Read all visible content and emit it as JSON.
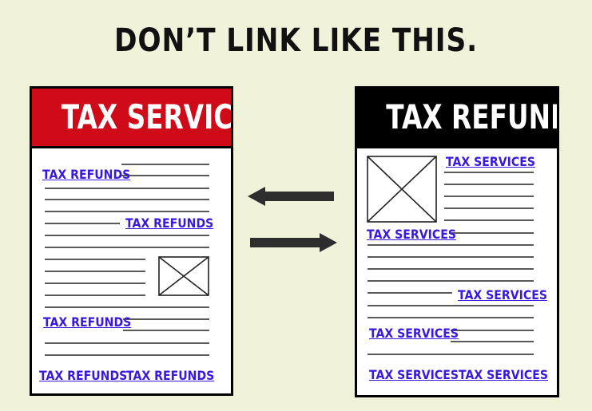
{
  "title": "DON’T LINK LIKE THIS.",
  "left_page": {
    "header": "TAX SERVICES",
    "header_color": "#cf0b19",
    "links": [
      "TAX REFUNDS",
      "TAX REFUNDS",
      "TAX REFUNDS",
      "TAX REFUNDS",
      "TAX REFUNDS"
    ]
  },
  "right_page": {
    "header": "TAX REFUNDS",
    "header_color": "#000000",
    "links": [
      "TAX SERVICES",
      "TAX SERVICES",
      "TAX SERVICES",
      "TAX SERVICES",
      "TAX SERVICES",
      "TAX SERVICES"
    ]
  },
  "link_color": "#3a18e0",
  "icons": [
    "image-placeholder-icon",
    "arrow-left-icon",
    "arrow-right-icon"
  ]
}
